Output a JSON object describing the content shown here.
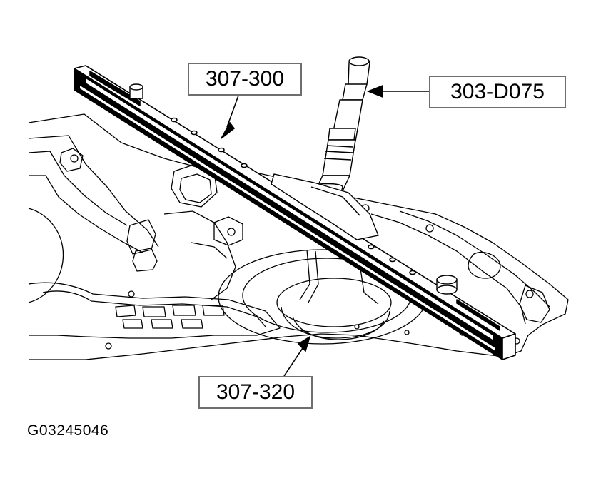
{
  "callouts": {
    "rail_tool": "307-300",
    "adapter_tool": "303-D075",
    "lower_tool": "307-320"
  },
  "figure_id": "G03245046",
  "colors": {
    "line": "#000000",
    "background": "#ffffff",
    "callout_border": "#6e6e6e"
  }
}
